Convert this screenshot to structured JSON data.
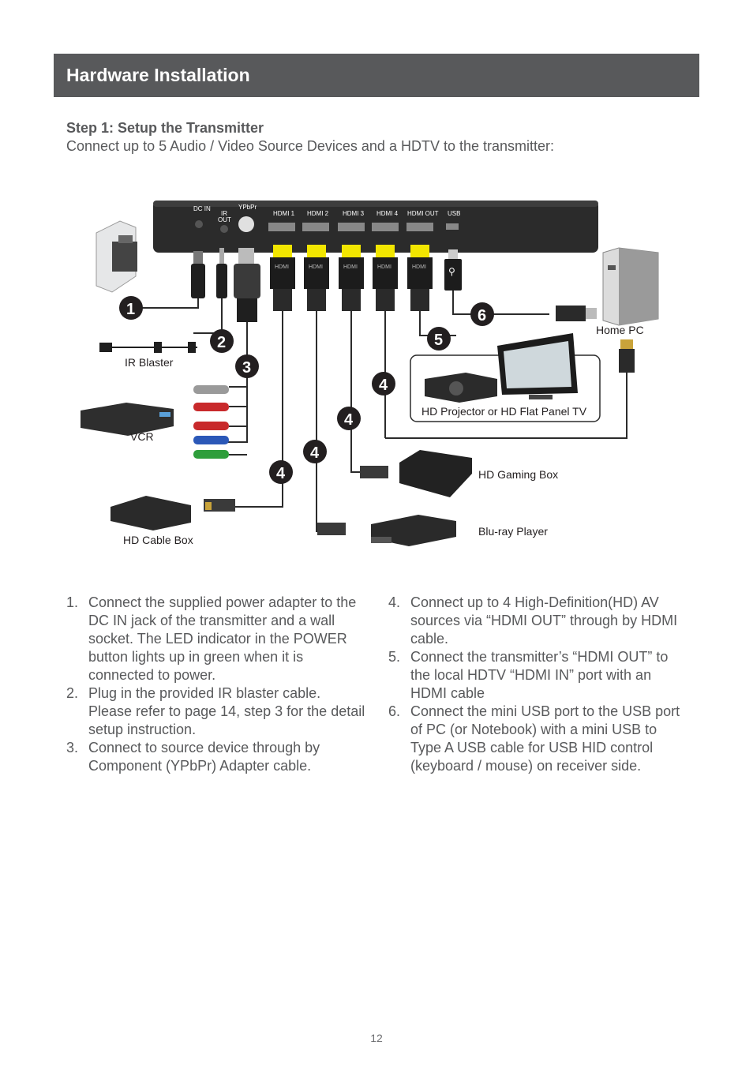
{
  "header": {
    "title": "Hardware Installation"
  },
  "step": {
    "title": "Step 1: Setup the Transmitter",
    "description": "Connect up to 5 Audio / Video Source Devices and a HDTV to the transmitter:"
  },
  "diagram": {
    "ports": {
      "dc_in": "DC IN",
      "ir_out_1": "IR",
      "ir_out_2": "OUT",
      "ypbpr": "YPbPr",
      "hdmi1": "HDMI 1",
      "hdmi2": "HDMI 2",
      "hdmi3": "HDMI 3",
      "hdmi4": "HDMI 4",
      "hdmi_out": "HDMI OUT",
      "usb": "USB"
    },
    "cable_text": "HDMI",
    "labels": {
      "home_pc": "Home PC",
      "ir_blaster": "IR Blaster",
      "vcr": "VCR",
      "hd_display": "HD Projector or HD Flat Panel TV",
      "hd_gaming_box": "HD Gaming Box",
      "blu_ray_player": "Blu-ray Player",
      "hd_cable_box": "HD Cable Box"
    },
    "badges": {
      "b1": "1",
      "b2": "2",
      "b3": "3",
      "b4": "4",
      "b5": "5",
      "b6": "6"
    }
  },
  "instructions": {
    "left": [
      {
        "num": "1.",
        "text": "Connect the supplied power adapter to the DC IN jack of the transmitter and a wall socket. The LED indicator in the POWER button lights up in green when it is connected to power."
      },
      {
        "num": "2.",
        "text": "Plug in the provided IR blaster cable. Please refer to page 14, step 3 for the detail setup instruction."
      },
      {
        "num": "3.",
        "text": "Connect to source device through by Component (YPbPr) Adapter cable."
      }
    ],
    "right": [
      {
        "num": "4.",
        "text": "Connect up to 4 High-Definition(HD) AV sources via “HDMI OUT” through by HDMI cable."
      },
      {
        "num": "5.",
        "text": "Connect the transmitter’s “HDMI OUT” to the local HDTV “HDMI IN” port with an HDMI cable"
      },
      {
        "num": "6.",
        "text": "Connect the mini USB port to the USB port of PC (or Notebook) with a mini USB to Type A USB cable for USB HID control (keyboard / mouse) on receiver side."
      }
    ]
  },
  "footer": {
    "page_number": "12"
  }
}
